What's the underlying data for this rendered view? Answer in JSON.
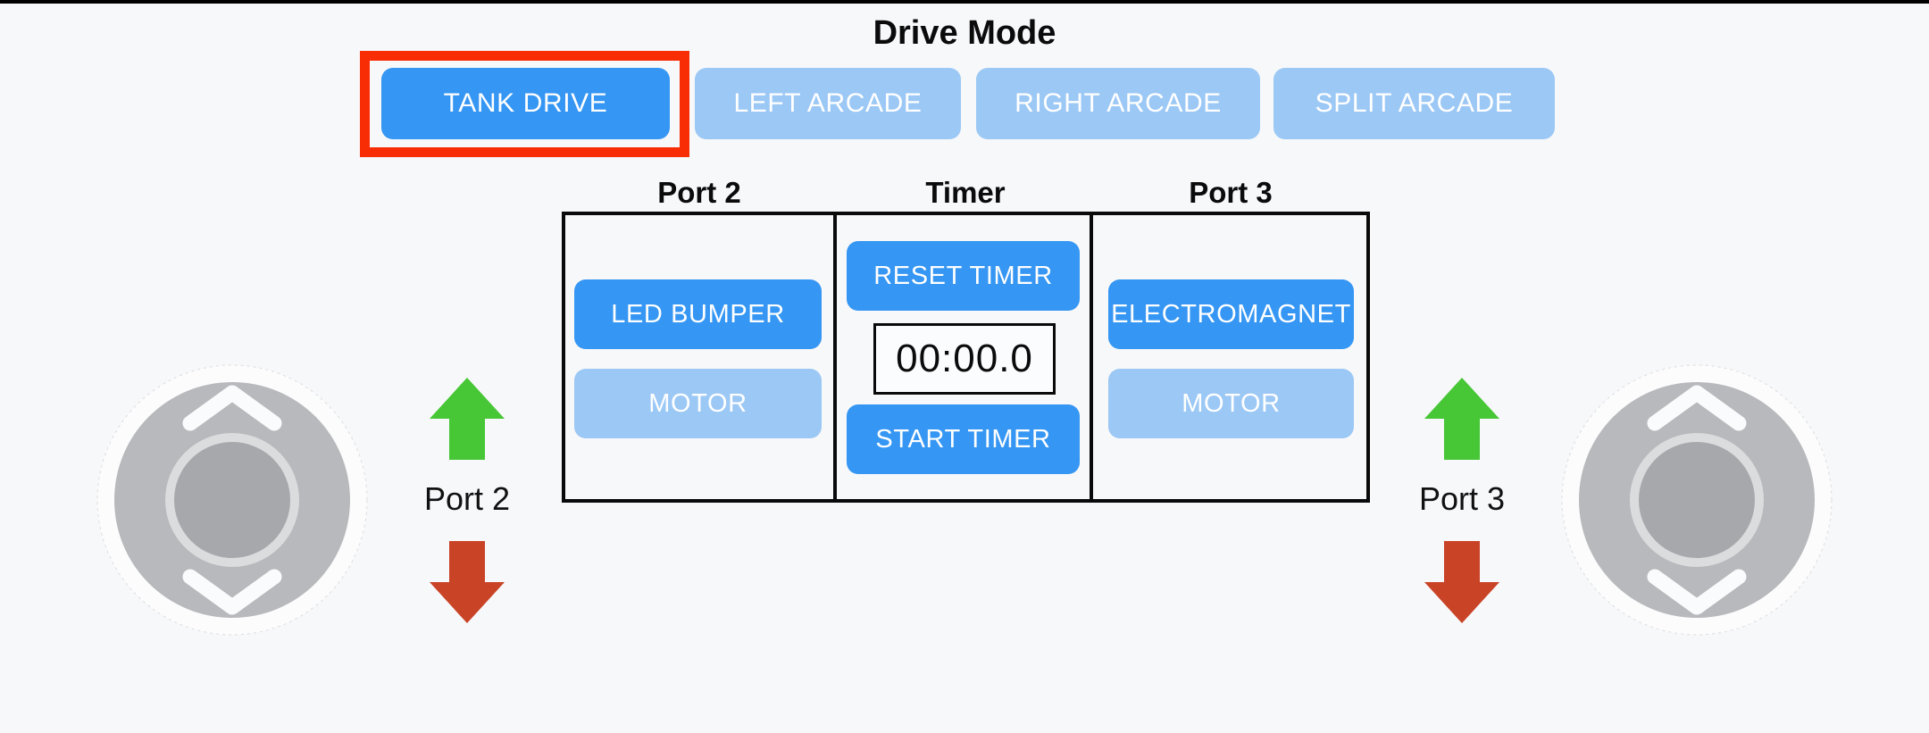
{
  "colors": {
    "bg": "#F7F8FA",
    "active_blue": "#3596F3",
    "inactive_blue": "#9CC8F5",
    "highlight_red": "#F92D05",
    "green_arrow": "#47C636",
    "red_arrow": "#C94327",
    "table_border": "#0A0A0A",
    "joystick_base": "#B8B9BC",
    "joystick_knob": "#A7A8AB",
    "joystick_ring": "#DBDCDE",
    "joystick_outer": "#FCFCFD"
  },
  "header": {
    "title": "Drive Mode"
  },
  "drive_mode_buttons": [
    {
      "label": "TANK DRIVE",
      "state": "selected"
    },
    {
      "label": "LEFT ARCADE",
      "state": "inactive"
    },
    {
      "label": "RIGHT ARCADE",
      "state": "inactive"
    },
    {
      "label": "SPLIT ARCADE",
      "state": "inactive"
    }
  ],
  "panel": {
    "columns": [
      {
        "header": "Port 2",
        "buttons": [
          {
            "label": "LED BUMPER",
            "state": "active"
          },
          {
            "label": "MOTOR",
            "state": "inactive"
          }
        ]
      },
      {
        "header": "Timer",
        "buttons": [
          {
            "label": "RESET TIMER",
            "state": "active"
          },
          {
            "label": "START TIMER",
            "state": "active"
          }
        ],
        "timer_display": "00:00.0"
      },
      {
        "header": "Port 3",
        "buttons": [
          {
            "label": "ELECTROMAGNET",
            "state": "active"
          },
          {
            "label": "MOTOR",
            "state": "inactive"
          }
        ]
      }
    ]
  },
  "port_indicators": {
    "left": {
      "label": "Port 2",
      "up_icon": "green-up-arrow",
      "down_icon": "red-down-arrow"
    },
    "right": {
      "label": "Port 3",
      "up_icon": "green-up-arrow",
      "down_icon": "red-down-arrow"
    }
  },
  "joysticks": {
    "left": {
      "name": "left-vertical-joystick"
    },
    "right": {
      "name": "right-vertical-joystick"
    }
  }
}
